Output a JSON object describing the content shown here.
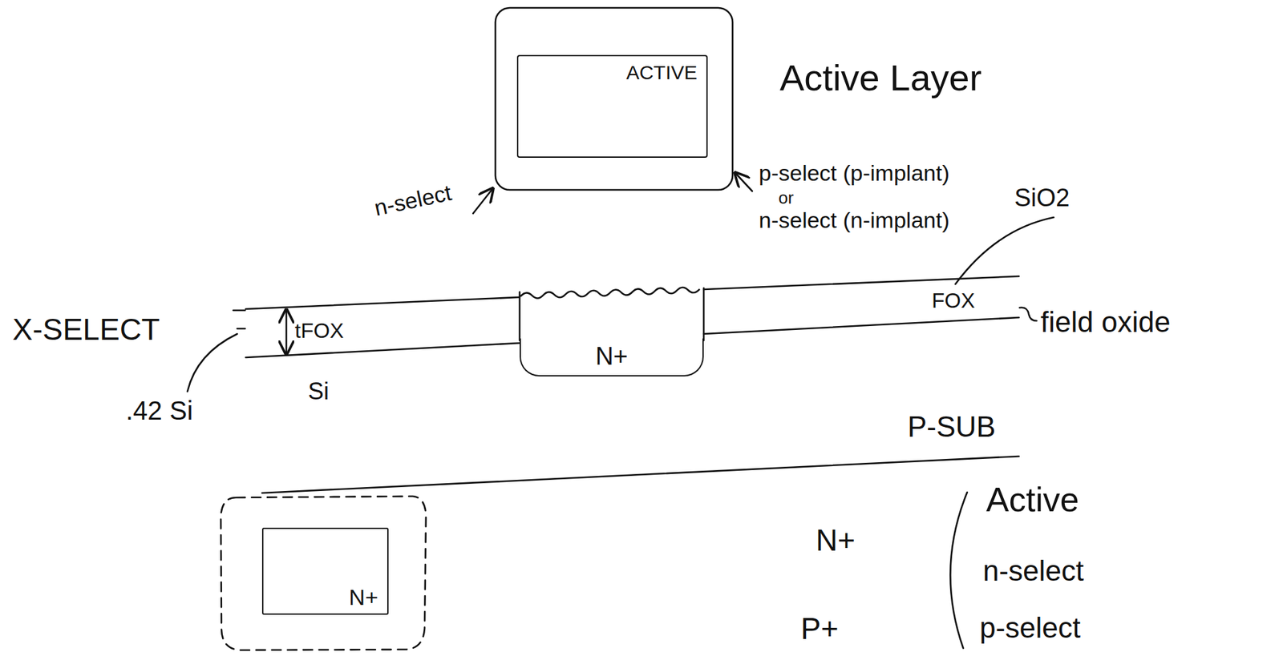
{
  "diagram": {
    "nodes": [
      {
        "text": [
          "ACTIVE"
        ]
      },
      {
        "text": [
          "N+"
        ]
      },
      {
        "text": [
          "N+"
        ]
      }
    ],
    "labels": [
      "Active Layer",
      "n-select",
      "p-select (p-implant)",
      "or",
      "n-select (n-implant)",
      "SiO2",
      "X-SELECT",
      "tFOX",
      "FOX",
      "field oxide",
      ".42 Si",
      "Si",
      "P-SUB",
      "N+",
      "P+",
      "Active",
      "n-select",
      "p-select"
    ]
  }
}
